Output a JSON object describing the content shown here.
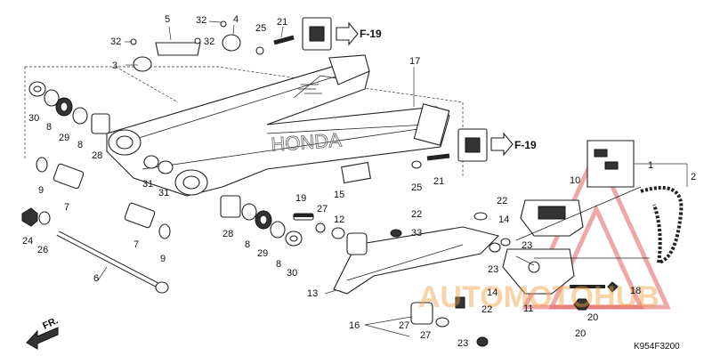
{
  "diagram": {
    "code": "K954F3200",
    "front_marker": "FR.",
    "ref_top": "F-19",
    "ref_mid": "F-19",
    "brand_text": "HONDA",
    "watermark": "AUTOMOTOHUB",
    "colors": {
      "watermark_red": "#e06060",
      "watermark_orange": "#f0a040",
      "line": "#222222"
    }
  },
  "callouts": [
    {
      "id": "c1",
      "text": "1"
    },
    {
      "id": "c2",
      "text": "2"
    },
    {
      "id": "c3",
      "text": "3"
    },
    {
      "id": "c4",
      "text": "4"
    },
    {
      "id": "c5",
      "text": "5"
    },
    {
      "id": "c6",
      "text": "6"
    },
    {
      "id": "c7a",
      "text": "7"
    },
    {
      "id": "c7b",
      "text": "7"
    },
    {
      "id": "c8a",
      "text": "8"
    },
    {
      "id": "c8b",
      "text": "8"
    },
    {
      "id": "c8c",
      "text": "8"
    },
    {
      "id": "c8d",
      "text": "8"
    },
    {
      "id": "c9a",
      "text": "9"
    },
    {
      "id": "c9b",
      "text": "9"
    },
    {
      "id": "c10",
      "text": "10"
    },
    {
      "id": "c11",
      "text": "11"
    },
    {
      "id": "c12",
      "text": "12"
    },
    {
      "id": "c13",
      "text": "13"
    },
    {
      "id": "c14a",
      "text": "14"
    },
    {
      "id": "c14b",
      "text": "14"
    },
    {
      "id": "c15",
      "text": "15"
    },
    {
      "id": "c16",
      "text": "16"
    },
    {
      "id": "c17",
      "text": "17"
    },
    {
      "id": "c18",
      "text": "18"
    },
    {
      "id": "c19",
      "text": "19"
    },
    {
      "id": "c20a",
      "text": "20"
    },
    {
      "id": "c20b",
      "text": "20"
    },
    {
      "id": "c21a",
      "text": "21"
    },
    {
      "id": "c21b",
      "text": "21"
    },
    {
      "id": "c22a",
      "text": "22"
    },
    {
      "id": "c22b",
      "text": "22"
    },
    {
      "id": "c22c",
      "text": "22"
    },
    {
      "id": "c23a",
      "text": "23"
    },
    {
      "id": "c23b",
      "text": "23"
    },
    {
      "id": "c23c",
      "text": "23"
    },
    {
      "id": "c24",
      "text": "24"
    },
    {
      "id": "c25a",
      "text": "25"
    },
    {
      "id": "c25b",
      "text": "25"
    },
    {
      "id": "c26",
      "text": "26"
    },
    {
      "id": "c27a",
      "text": "27"
    },
    {
      "id": "c27b",
      "text": "27"
    },
    {
      "id": "c27c",
      "text": "27"
    },
    {
      "id": "c28a",
      "text": "28"
    },
    {
      "id": "c28b",
      "text": "28"
    },
    {
      "id": "c29a",
      "text": "29"
    },
    {
      "id": "c29b",
      "text": "29"
    },
    {
      "id": "c30a",
      "text": "30"
    },
    {
      "id": "c30b",
      "text": "30"
    },
    {
      "id": "c31a",
      "text": "31"
    },
    {
      "id": "c31b",
      "text": "31"
    },
    {
      "id": "c32a",
      "text": "32"
    },
    {
      "id": "c32b",
      "text": "32"
    },
    {
      "id": "c32c",
      "text": "32"
    },
    {
      "id": "c33",
      "text": "33"
    }
  ]
}
